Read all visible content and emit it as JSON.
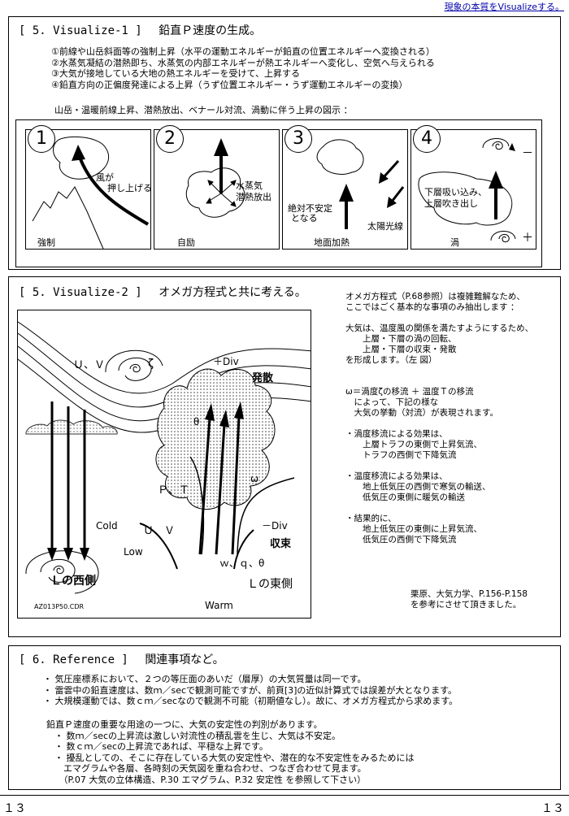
{
  "header": {
    "tagline": "現象の本質をVisualizeする。"
  },
  "section1": {
    "title_num": "[ 5. Visualize-1 ]",
    "title_text": "鉛直Ｐ速度の生成。",
    "items": [
      "①前線や山岳斜面等の強制上昇（水平の運動エネルギーが鉛直の位置エネルギーへ変換される）",
      "②水蒸気凝結の潜熱即ち、水蒸気の内部エネルギーが熱エネルギーへ変化し、空気へ与えられる",
      "③大気が接地している大地の熱エネルギーを受けて、上昇する",
      "④鉛直方向の正偏度発達による上昇（うず位置エネルギー・うず運動エネルギーの変換）"
    ],
    "caption": "山岳・温暖前線上昇、潜熱放出、ベナール対流、渦動に伴う上昇の図示 ：",
    "panels": [
      {
        "num": "1",
        "label_main": "強制",
        "label_a": "風が",
        "label_b": "押し上げる"
      },
      {
        "num": "2",
        "label_main": "自励",
        "label_a": "水蒸気",
        "label_b": "潜熱放出"
      },
      {
        "num": "3",
        "label_main": "地面加熱",
        "label_a": "絶対不安定",
        "label_b": "となる",
        "label_c": "太陽光線"
      },
      {
        "num": "4",
        "label_main": "渦",
        "label_a": "下層吸い込み、",
        "label_b": "上層吹き出し",
        "minus": "－",
        "plus": "＋"
      }
    ]
  },
  "section2": {
    "title_num": "[ 5. Visualize-2 ]",
    "title_text": "オメガ方程式と共に考える。",
    "diagram": {
      "uv_top": "Ｕ、Ｖ",
      "zeta": "ζ",
      "plus_div": "＋Div",
      "divergence": "発散",
      "theta1": "θ",
      "pt": "Ｐ、Ｔ",
      "omega": "ω",
      "cold": "Cold",
      "uv_low": "Ｕ、Ｖ",
      "low": "Low",
      "minus_div": "－Div",
      "convergence": "収束",
      "wqt": "ｗ、ｑ、θ",
      "west": "Ｌの西側",
      "east": "Ｌの東側",
      "warm": "Warm",
      "file": "AZ013P50.CDR"
    },
    "notes": [
      "オメガ方程式（P.68参照）は複雑難解なため、",
      "ここではごく基本的な事項のみ抽出します ：",
      "",
      "大気は、温度風の関係を満たすようにするため、",
      "　　上層・下層の渦の回転、",
      "　　上層・下層の収束・発散",
      "を形成します。（左 図）",
      "",
      "",
      "ω＝渦度ζの移流 ＋ 温度Ｔの移流",
      "　によって、下記の様な",
      "　大気の挙動（対流）が表現されます。",
      "",
      "・渦度移流による効果は、",
      "　　上層トラフの東側で上昇気流、",
      "　　トラフの西側で下降気流",
      "",
      "・温度移流による効果は、",
      "　　地上低気圧の西側で寒気の輸送、",
      "　　低気圧の東側に暖気の輸送",
      "",
      "・結果的に、",
      "　　地上低気圧の東側に上昇気流、",
      "　　低気圧の西側で下降気流"
    ],
    "credit": [
      "栗原、大気力学、P.156-P.158",
      "を参考にさせて頂きました。"
    ]
  },
  "section3": {
    "title_num": "[ 6. Reference ]",
    "title_text": "関連事項など。",
    "bullets": [
      "・ 気圧座標系において、２つの等圧面のあいだ（層厚）の大気質量は同一です。",
      "・ 雷雲中の鉛直速度は、数ｍ／secで観測可能ですが、前頁[3]の近似計算式では誤差が大となります。",
      "・ 大規模運動では、数ｃｍ／secなので観測不可能（初期値なし）。故に、オメガ方程式から求めます。"
    ],
    "para": [
      "鉛直Ｐ速度の重要な用途の一つに、大気の安定性の判別があります。",
      "・ 数ｍ／secの上昇流は激しい対流性の積乱雲を生じ、大気は不安定。",
      "・ 数ｃｍ／secの上昇流であれば、平穏な上昇です。",
      "・ 擾乱としての、そこに存在している大気の安定性や、潜在的な不安定性をみるためには",
      "　エマグラムや各層、各時刻の天気図を重ね合わせ、つなぎ合わせて見ます。",
      "　（P.07 大気の立体構造、P.30 エマグラム、P.32 安定性 を参照して下さい）"
    ]
  },
  "footer": {
    "page_left": "１３",
    "page_right": "１３"
  }
}
